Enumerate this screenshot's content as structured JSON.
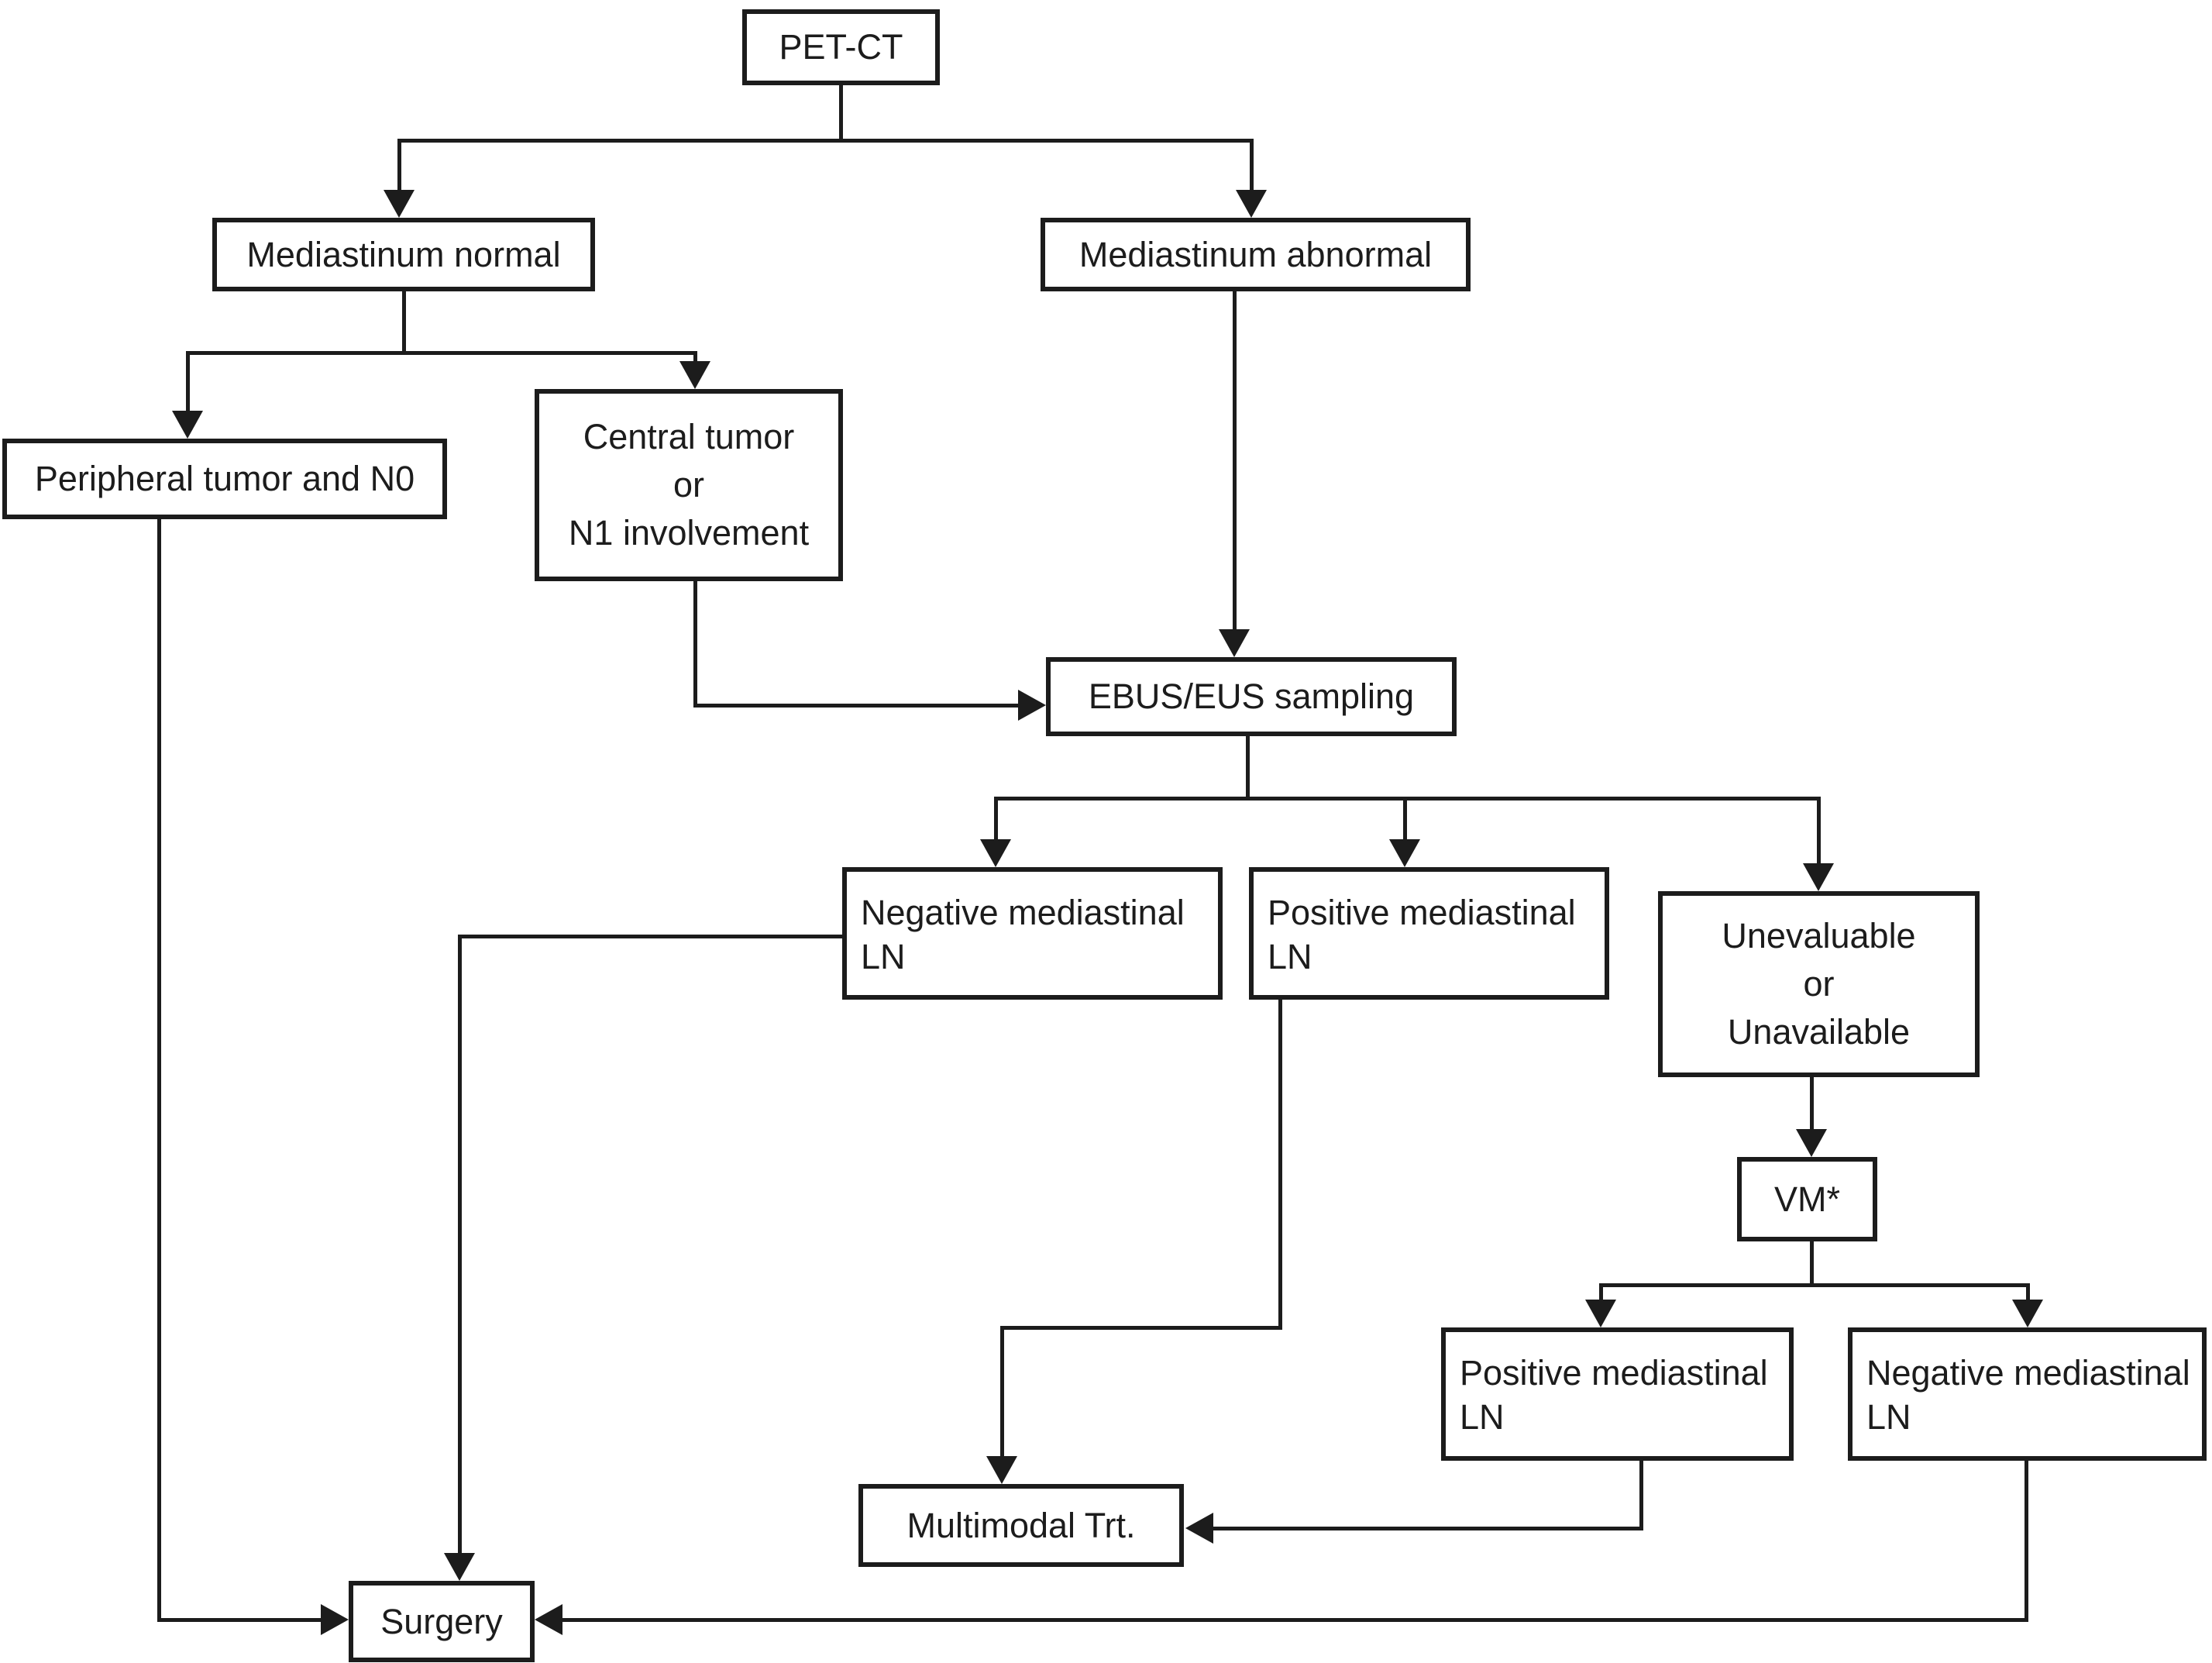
{
  "figure": {
    "type": "flowchart",
    "topic": "Mediastinal staging algorithm after PET-CT"
  },
  "colors": {
    "line": "#1c1c1c",
    "background": "#ffffff",
    "box_fill": "#ffffff"
  },
  "nodes": {
    "pet_ct": {
      "label": "PET-CT"
    },
    "mediastinum_normal": {
      "label": "Mediastinum normal"
    },
    "mediastinum_abnormal": {
      "label": "Mediastinum abnormal"
    },
    "peripheral_tumor_n0": {
      "label": "Peripheral tumor and N0"
    },
    "central_tumor_n1": {
      "lines": [
        "Central tumor",
        "or",
        "N1 involvement"
      ]
    },
    "ebus_eus_sampling": {
      "label": "EBUS/EUS sampling"
    },
    "negative_mediastinal_ln_ebus": {
      "lines": [
        "Negative mediastinal",
        "LN"
      ]
    },
    "positive_mediastinal_ln_ebus": {
      "lines": [
        "Positive mediastinal",
        "LN"
      ]
    },
    "unevaluable_unavailable": {
      "lines": [
        "Unevaluable",
        "or",
        "Unavailable"
      ]
    },
    "vm": {
      "label": "VM*"
    },
    "positive_mediastinal_ln_vm": {
      "lines": [
        "Positive mediastinal",
        "LN"
      ]
    },
    "negative_mediastinal_ln_vm": {
      "lines": [
        "Negative mediastinal",
        "LN"
      ]
    },
    "multimodal_trt": {
      "label": "Multimodal Trt."
    },
    "surgery": {
      "label": "Surgery"
    }
  },
  "edges": [
    {
      "from": "pet_ct",
      "to": "mediastinum_normal"
    },
    {
      "from": "pet_ct",
      "to": "mediastinum_abnormal"
    },
    {
      "from": "mediastinum_normal",
      "to": "peripheral_tumor_n0"
    },
    {
      "from": "mediastinum_normal",
      "to": "central_tumor_n1"
    },
    {
      "from": "central_tumor_n1",
      "to": "ebus_eus_sampling"
    },
    {
      "from": "mediastinum_abnormal",
      "to": "ebus_eus_sampling"
    },
    {
      "from": "ebus_eus_sampling",
      "to": "negative_mediastinal_ln_ebus"
    },
    {
      "from": "ebus_eus_sampling",
      "to": "positive_mediastinal_ln_ebus"
    },
    {
      "from": "ebus_eus_sampling",
      "to": "unevaluable_unavailable"
    },
    {
      "from": "unevaluable_unavailable",
      "to": "vm"
    },
    {
      "from": "vm",
      "to": "positive_mediastinal_ln_vm"
    },
    {
      "from": "vm",
      "to": "negative_mediastinal_ln_vm"
    },
    {
      "from": "negative_mediastinal_ln_ebus",
      "to": "surgery"
    },
    {
      "from": "positive_mediastinal_ln_ebus",
      "to": "multimodal_trt"
    },
    {
      "from": "positive_mediastinal_ln_vm",
      "to": "multimodal_trt"
    },
    {
      "from": "negative_mediastinal_ln_vm",
      "to": "surgery"
    },
    {
      "from": "peripheral_tumor_n0",
      "to": "surgery"
    }
  ]
}
